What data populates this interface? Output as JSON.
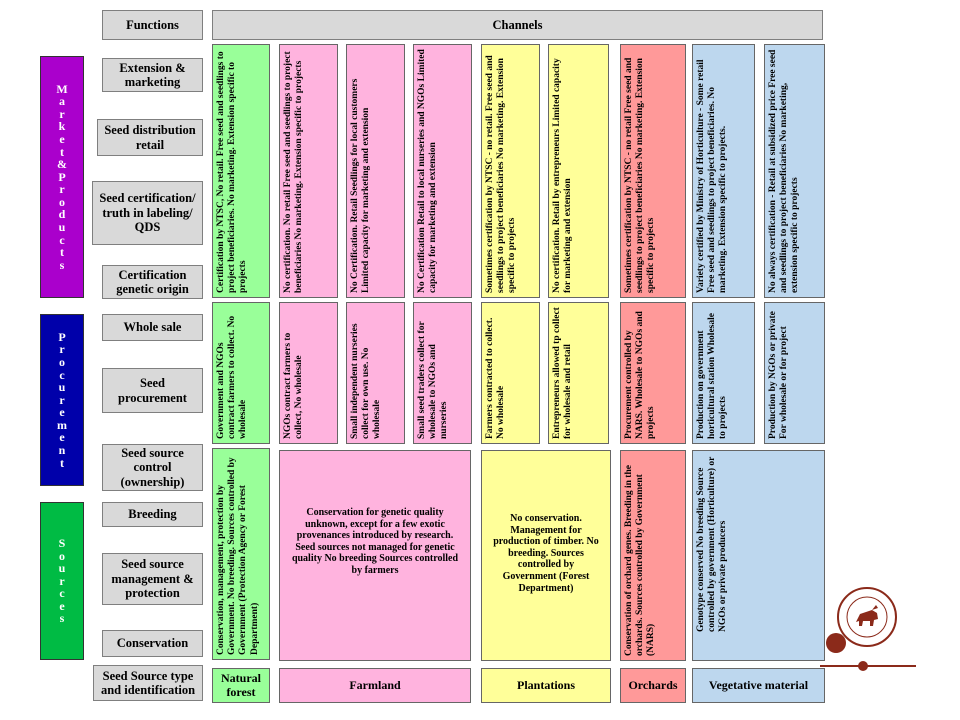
{
  "header": {
    "functions": "Functions",
    "channels": "Channels"
  },
  "categories": {
    "market": {
      "label": "Market&Products",
      "color": "#aa00cc"
    },
    "procurement": {
      "label": "Procurement",
      "color": "#0000aa"
    },
    "sources": {
      "label": "Sources",
      "color": "#00bb44"
    }
  },
  "functions": [
    "Extension & marketing",
    "Seed distribution retail",
    "Seed certification/ truth in labeling/ QDS",
    "Certification genetic origin",
    "Whole sale",
    "Seed procurement",
    "Seed source control (ownership)",
    "Breeding",
    "Seed source management & protection",
    "Conservation",
    "Seed Source type and identification"
  ],
  "market": {
    "c1": "Certification by NTSC, No retail. Free seed and seedlings to project beneficiaries. No marketing. Extension specific to projects",
    "c2": "No certification. No retail Free seed and seedlings to project beneficiaries No marketing. Extension specific to projects",
    "c3": "No Certification. Retail Seedlings for local customers Limited capacity for marketing and extension",
    "c4": "No Certification Retail to local nurseries and NGOs Limited capacity for marketing and extension",
    "c5": "Sometimes certification by NTSC - no retail. Free seed and seedlings to project beneficiaries No marketing. Extension specific to projects",
    "c6": "No certification. Retail by entrepreneurs Limited capacity for marketing and extension",
    "c7": "Sometimes certification by NTSC - no retail Free seed and seedlings to project beneficiaries No marketing. Extension specific to projects",
    "c8": "Variety certified by Ministry of Horticulture - Some retail Free seed and seedlings to project beneficiaries. No marketing. Extension specific to projects.",
    "c9": "No always certification - Retail at subsidized price Free seed and seedlings to project beneficiaries No marketing, extension specific to projects"
  },
  "procurement": {
    "c1": "Government and NGOs contract farmers to collect. No wholesale",
    "c2": "NGOs contract farmers to collect, No wholesale",
    "c3": "Small independent nurseries collect for own use. No wholesale",
    "c4": "Small seed traders collect for wholesale to NGOs and nurseries",
    "c5": "Farmers contracted to collect. No wholesale",
    "c6": "Entrepreneurs allowed tp collect for wholesale and retail",
    "c7": "Procurement controlled by NARS. Wholesale to NGOs and projects",
    "c8": "Production on government horticultural station Wholesale to projects",
    "c9": "Production by NGOs or private For wholesale or for project"
  },
  "sources": {
    "natural_forest": "Conservation, management, protection by Government. No breeding. Sources controlled by Government (Protection Agency or Forest Department)",
    "farmland": "Conservation for genetic quality unknown, except for a few exotic provenances introduced by research. Seed sources not managed for genetic quality No breeding Sources controlled by farmers",
    "plantations": "No conservation. Management for production of timber. No breeding. Sources controlled by Government (Forest Department)",
    "orchards": "Conservation of orchard genes. Breeding in the orchards. Sources controlled by Government (NARS)",
    "vegetative": "Genotype conserved No breeding Source controlled by government (Horticulture) or NGOs or private producers"
  },
  "source_types": [
    "Natural forest",
    "Farmland",
    "Plantations",
    "Orchards",
    "Vegetative material"
  ],
  "colors": {
    "green": "#99ff99",
    "pink": "#ffb3de",
    "yellow": "#ffff99",
    "salmon": "#ff9999",
    "blue": "#bdd7ee",
    "function_gray": "#d9d9d9"
  }
}
